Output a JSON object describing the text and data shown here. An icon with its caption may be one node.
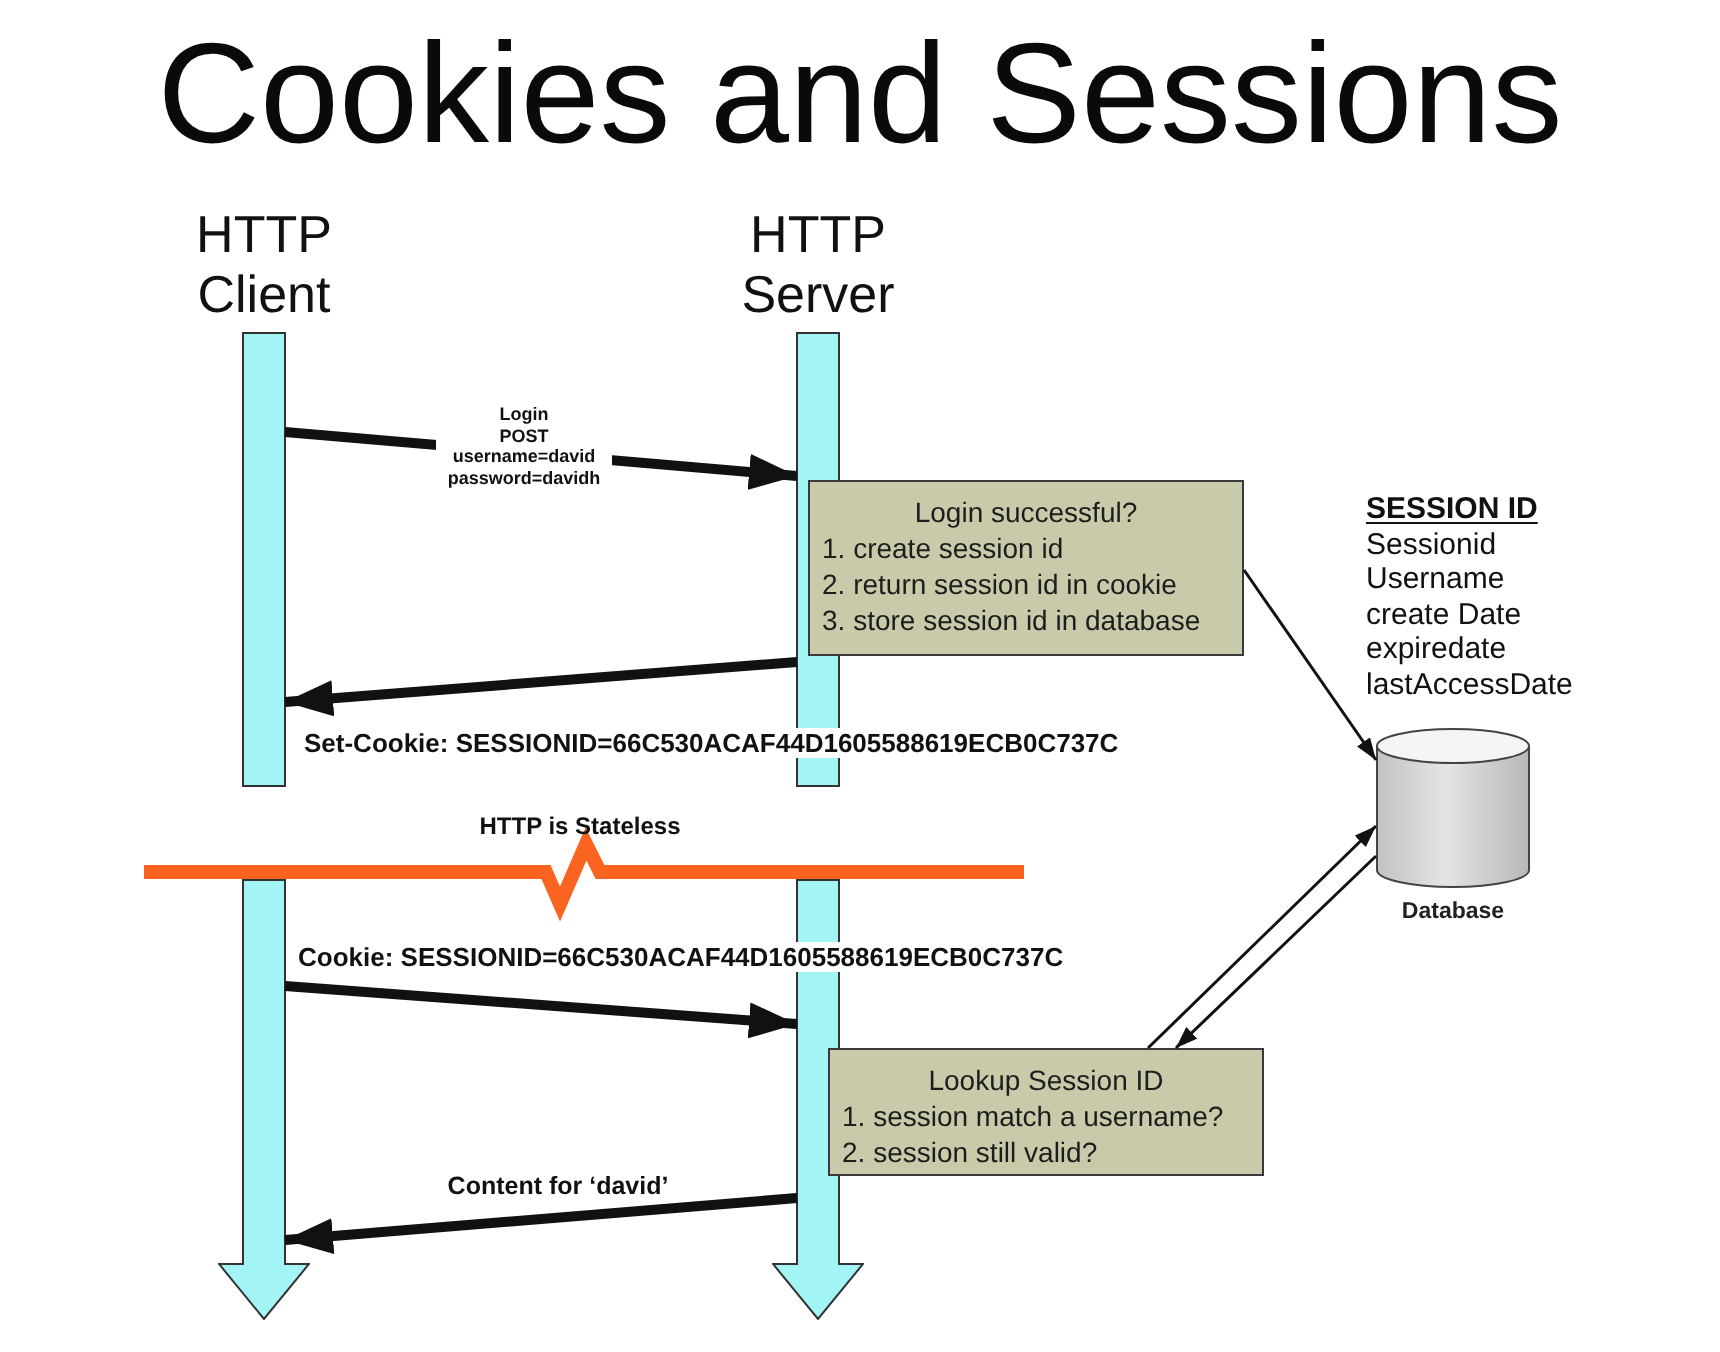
{
  "diagram": {
    "title": "Cookies and Sessions",
    "nodes": [
      {
        "text": [
          "HTTP Client"
        ]
      },
      {
        "text": [
          "HTTP Server"
        ]
      },
      {
        "text": [
          "Login successful?",
          "1. create session id",
          "2. return session id in cookie",
          "3. store session id in database"
        ]
      },
      {
        "text": [
          "Database"
        ]
      },
      {
        "text": [
          "Lookup Session ID",
          "1. session match a username?",
          "2. session still valid?"
        ]
      }
    ],
    "edges": [
      {
        "from": 0,
        "to": 1,
        "arrow": "to",
        "label": "Login POST username=david password=davidh"
      },
      {
        "from": 2,
        "to": 3,
        "arrow": "to"
      },
      {
        "from": 1,
        "to": 0,
        "arrow": "to",
        "label": "Set-Cookie: SESSIONID=66C530ACAF44D1605588619ECB0C737C"
      },
      {
        "from": 0,
        "to": 1,
        "arrow": "to",
        "label": "Cookie: SESSIONID=66C530ACAF44D1605588619ECB0C737C"
      },
      {
        "from": 4,
        "to": 3,
        "arrow": "to"
      },
      {
        "from": 3,
        "to": 4,
        "arrow": "to"
      },
      {
        "from": 1,
        "to": 0,
        "arrow": "to",
        "label": "Content for ‘david’"
      }
    ],
    "labels": [
      "SESSION ID",
      "Sessionid",
      "Username",
      "create Date",
      "expiredate",
      "lastAccessDate",
      "HTTP is Stateless"
    ]
  }
}
